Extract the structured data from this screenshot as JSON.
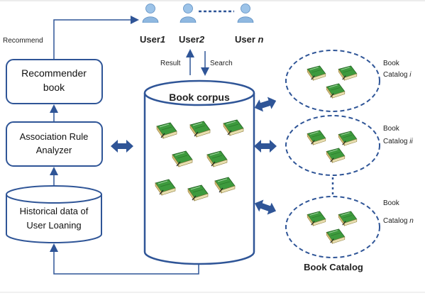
{
  "left_column": {
    "recommend_label": "Recommend",
    "recommender_box": [
      "Recommender",
      "book"
    ],
    "analyzer_box": [
      "Association Rule",
      "Analyzer"
    ],
    "history_box": [
      "Historical data of",
      "User Loaning"
    ]
  },
  "users": {
    "user1": {
      "prefix": "User",
      "suffix": "1"
    },
    "user2": {
      "prefix": "User",
      "suffix": "2"
    },
    "usern": {
      "prefix": "User ",
      "suffix": "n"
    },
    "result_label": "Result",
    "search_label": "Search"
  },
  "corpus": {
    "title": "Book corpus"
  },
  "catalogs": {
    "catalog_i": {
      "line1": "Book",
      "line2_prefix": "Catalog ",
      "line2_suffix": "i"
    },
    "catalog_ii": {
      "line1": "Book",
      "line2_prefix": "Catalog ",
      "line2_suffix": "ii"
    },
    "catalog_n": {
      "line1": "Book",
      "line2_prefix": "Catalog ",
      "line2_suffix": "n"
    },
    "group_label": "Book Catalog"
  },
  "colors": {
    "stroke": "#2f5597",
    "arrow": "#2f5597",
    "book_green": "#3d9a3d",
    "user_blue": "#8fb8e0"
  },
  "icons": [
    "user-icon",
    "book-icon",
    "double-arrow-icon"
  ]
}
